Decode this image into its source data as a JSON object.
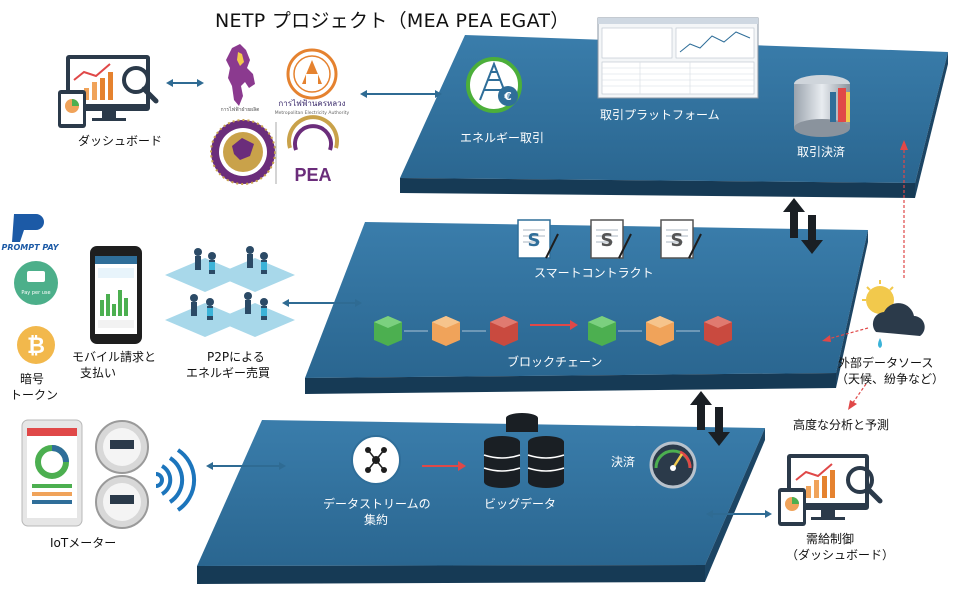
{
  "title": "NETP プロジェクト（MEA PEA EGAT）",
  "labels": {
    "dashboard": "ダッシュボード",
    "energy_trading": "エネルギー取引",
    "trading_platform": "取引プラットフォーム",
    "settlement_top": "取引決済",
    "smart_contract": "スマートコントラクト",
    "blockchain": "ブロックチェーン",
    "mobile_line1": "モバイル請求と",
    "mobile_line2": "支払い",
    "p2p_line1": "P2Pによる",
    "p2p_line2": "エネルギー売買",
    "crypto_line1": "暗号",
    "crypto_line2": "トークン",
    "external_line1": "外部データソース",
    "external_line2": "（天候、紛争など）",
    "analytics": "高度な分析と予測",
    "data_stream_line1": "データストリームの",
    "data_stream_line2": "集約",
    "big_data": "ビッグデータ",
    "settlement": "決済",
    "iot_meter": "IoTメーター",
    "supply_line1": "需給制御",
    "supply_line2": "（ダッシュボード）"
  },
  "logos": {
    "prompt_pay": "PROMPT PAY",
    "pay_per_use": "Pay per use",
    "pea": "PEA",
    "mea_thai": "การไฟฟ้านครหลวง",
    "mea_eng": "Metropolitan Electricity Authority"
  },
  "colors": {
    "platform_top": "#2f6e99",
    "platform_side": "#1c4564",
    "platform_front": "#163a55",
    "arrow_blue": "#2f6b93",
    "arrow_red": "#e04848",
    "egat_green": "#4caf3a",
    "cube_green": "#4caf50",
    "cube_orange": "#f0a35a",
    "cube_red": "#c94a3f",
    "pea_purple": "#6b2d7b",
    "mea_orange": "#e5822f"
  }
}
